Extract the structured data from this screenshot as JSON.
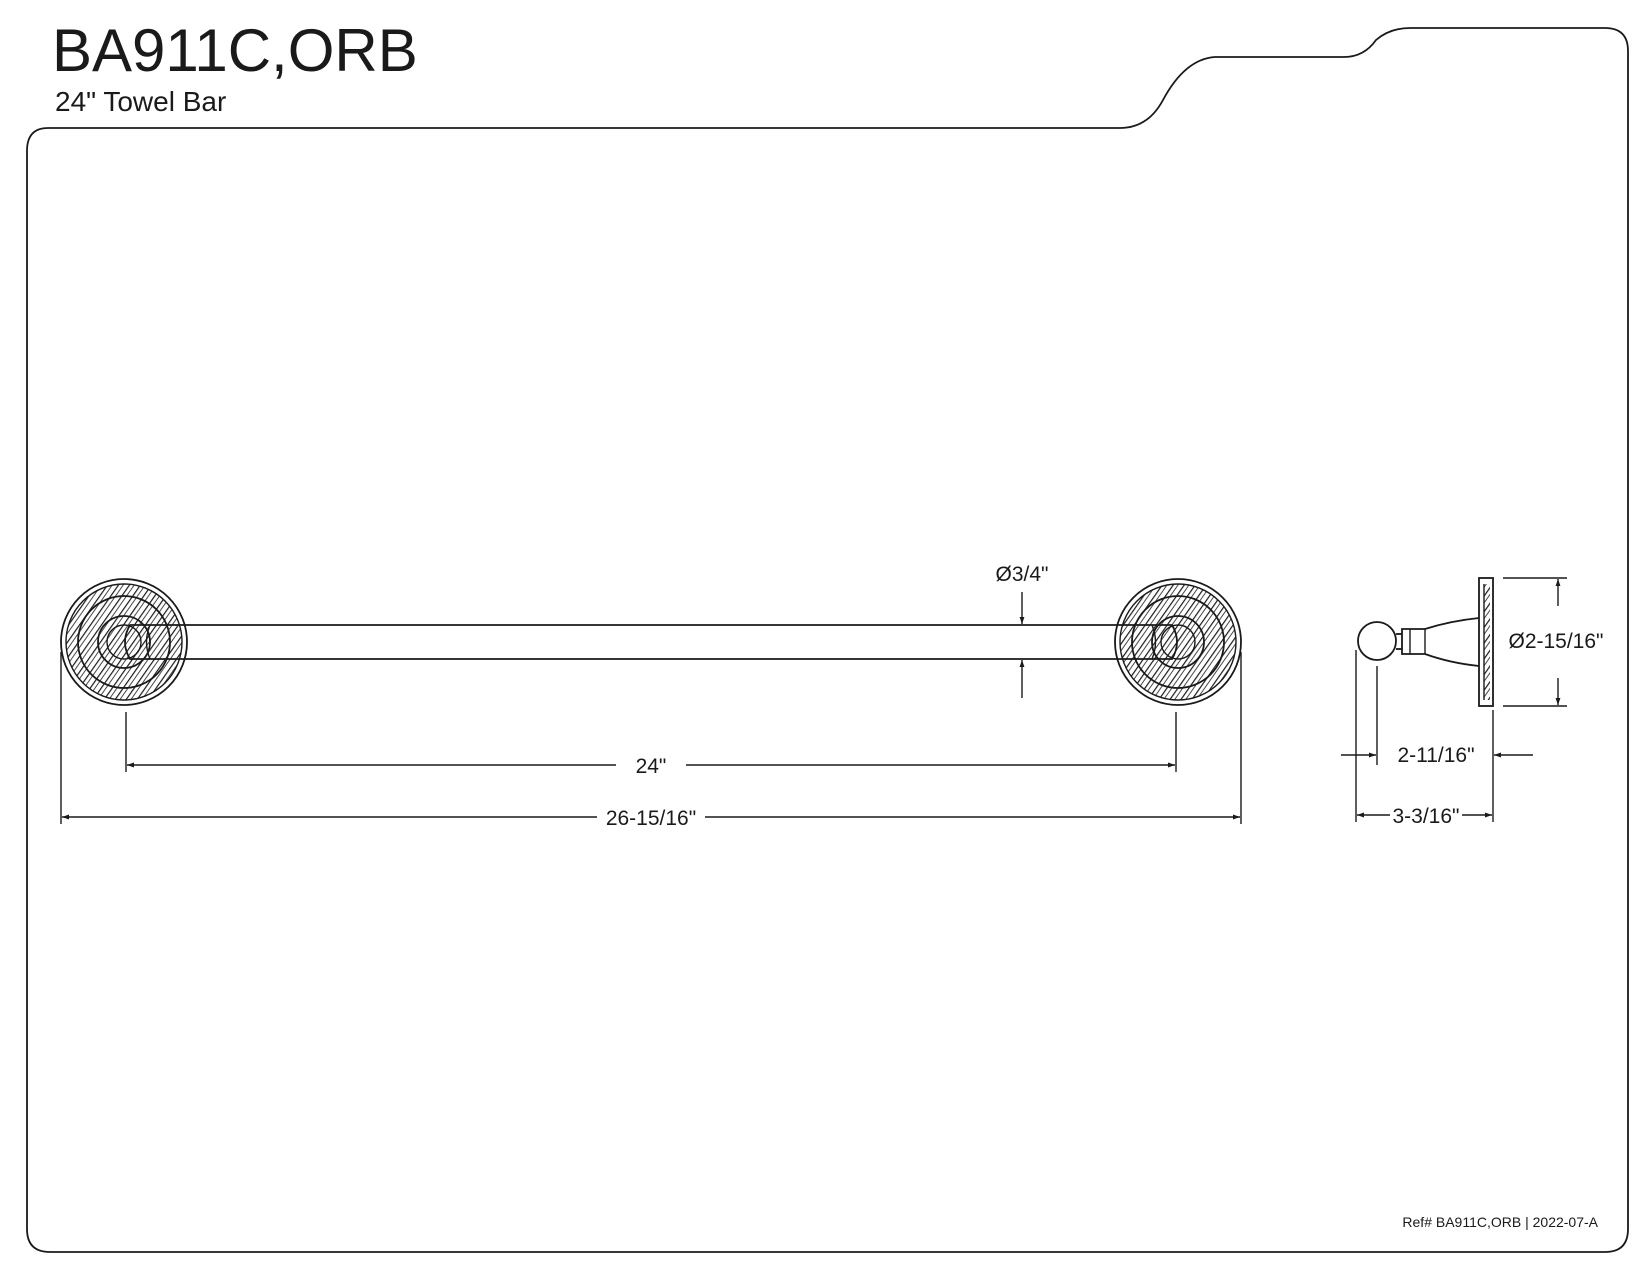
{
  "header": {
    "model": "BA911C,ORB",
    "description": "24\" Towel Bar"
  },
  "dimensions": {
    "bar_diameter": "Ø3/4\"",
    "bar_length": "24\"",
    "overall_length": "26-15/16\"",
    "flange_diameter": "Ø2-15/16\"",
    "bar_projection": "2-11/16\"",
    "overall_projection": "3-3/16\""
  },
  "footer": {
    "reference": "Ref# BA911C,ORB | 2022-07-A"
  }
}
